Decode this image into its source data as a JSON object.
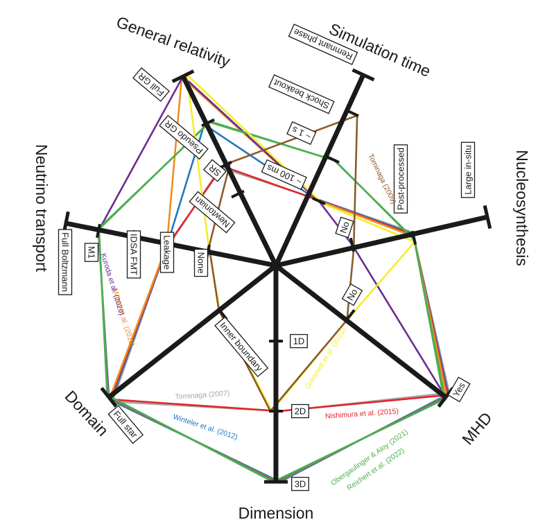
{
  "diagram": {
    "axes": [
      {
        "id": "simulation-time",
        "title": "Simulation time",
        "levels": [
          "~ 100 ms",
          "~ 1 s",
          "Shock beakout",
          "Remnant phase"
        ]
      },
      {
        "id": "nucleosynthesis",
        "title": "Nucleosynthesis",
        "levels": [
          "No",
          "Post-processed",
          "Large in-situ"
        ]
      },
      {
        "id": "mhd",
        "title": "MHD",
        "levels": [
          "No",
          "Yes"
        ]
      },
      {
        "id": "dimension",
        "title": "Dimension",
        "levels": [
          "1D",
          "2D",
          "3D"
        ]
      },
      {
        "id": "domain",
        "title": "Domain",
        "levels": [
          "Inner boundary",
          "Full star"
        ]
      },
      {
        "id": "neutrino-transport",
        "title": "Neutrino transport",
        "levels": [
          "None",
          "Leakage",
          "IDSA FMT",
          "M1",
          "Full Boltzmann"
        ]
      },
      {
        "id": "general-relativity",
        "title": "General relativity",
        "levels": [
          "Newtonian",
          "SR",
          "Pseudo GR",
          "Full GR"
        ]
      }
    ],
    "series": [
      {
        "name": "Tominaga (2007)",
        "color": "#a6a6a6",
        "levels": [
          1,
          2,
          2,
          2,
          2,
          2,
          2
        ]
      },
      {
        "name": "Winteler et al. (2012)",
        "color": "#1f78c1",
        "levels": [
          1,
          2,
          2,
          3,
          2,
          2,
          3
        ]
      },
      {
        "name": "Nishimura et al. (2015)",
        "color": "#e0262b",
        "levels": [
          1,
          2,
          2,
          2,
          2,
          2,
          2
        ]
      },
      {
        "name": "Mösta et al. (2018)",
        "color": "#f28c1e",
        "levels": [
          1,
          2,
          2,
          3,
          2,
          2,
          4
        ]
      },
      {
        "name": "Kuroda et al. (2020)",
        "color": "#6a2c91",
        "levels": [
          1,
          1,
          2,
          3,
          2,
          4,
          4
        ]
      },
      {
        "name": "Obergaulinger & Aloy (2021)",
        "color": "#4caf50",
        "levels": [
          2,
          2,
          2,
          3,
          2,
          4,
          3
        ]
      },
      {
        "name": "Reichert et al. (2022)",
        "color": "#4caf50",
        "levels": [
          2,
          2,
          2,
          3,
          2,
          4,
          3
        ]
      },
      {
        "name": "Grimmett et al. (2021)",
        "color": "#f4ee28",
        "levels": [
          1,
          2,
          1,
          2,
          1,
          1,
          4
        ]
      },
      {
        "name": "Tominaga (2009)",
        "color": "#8b5a2b",
        "levels": [
          3,
          1,
          1,
          2,
          1,
          1,
          2
        ]
      }
    ]
  }
}
